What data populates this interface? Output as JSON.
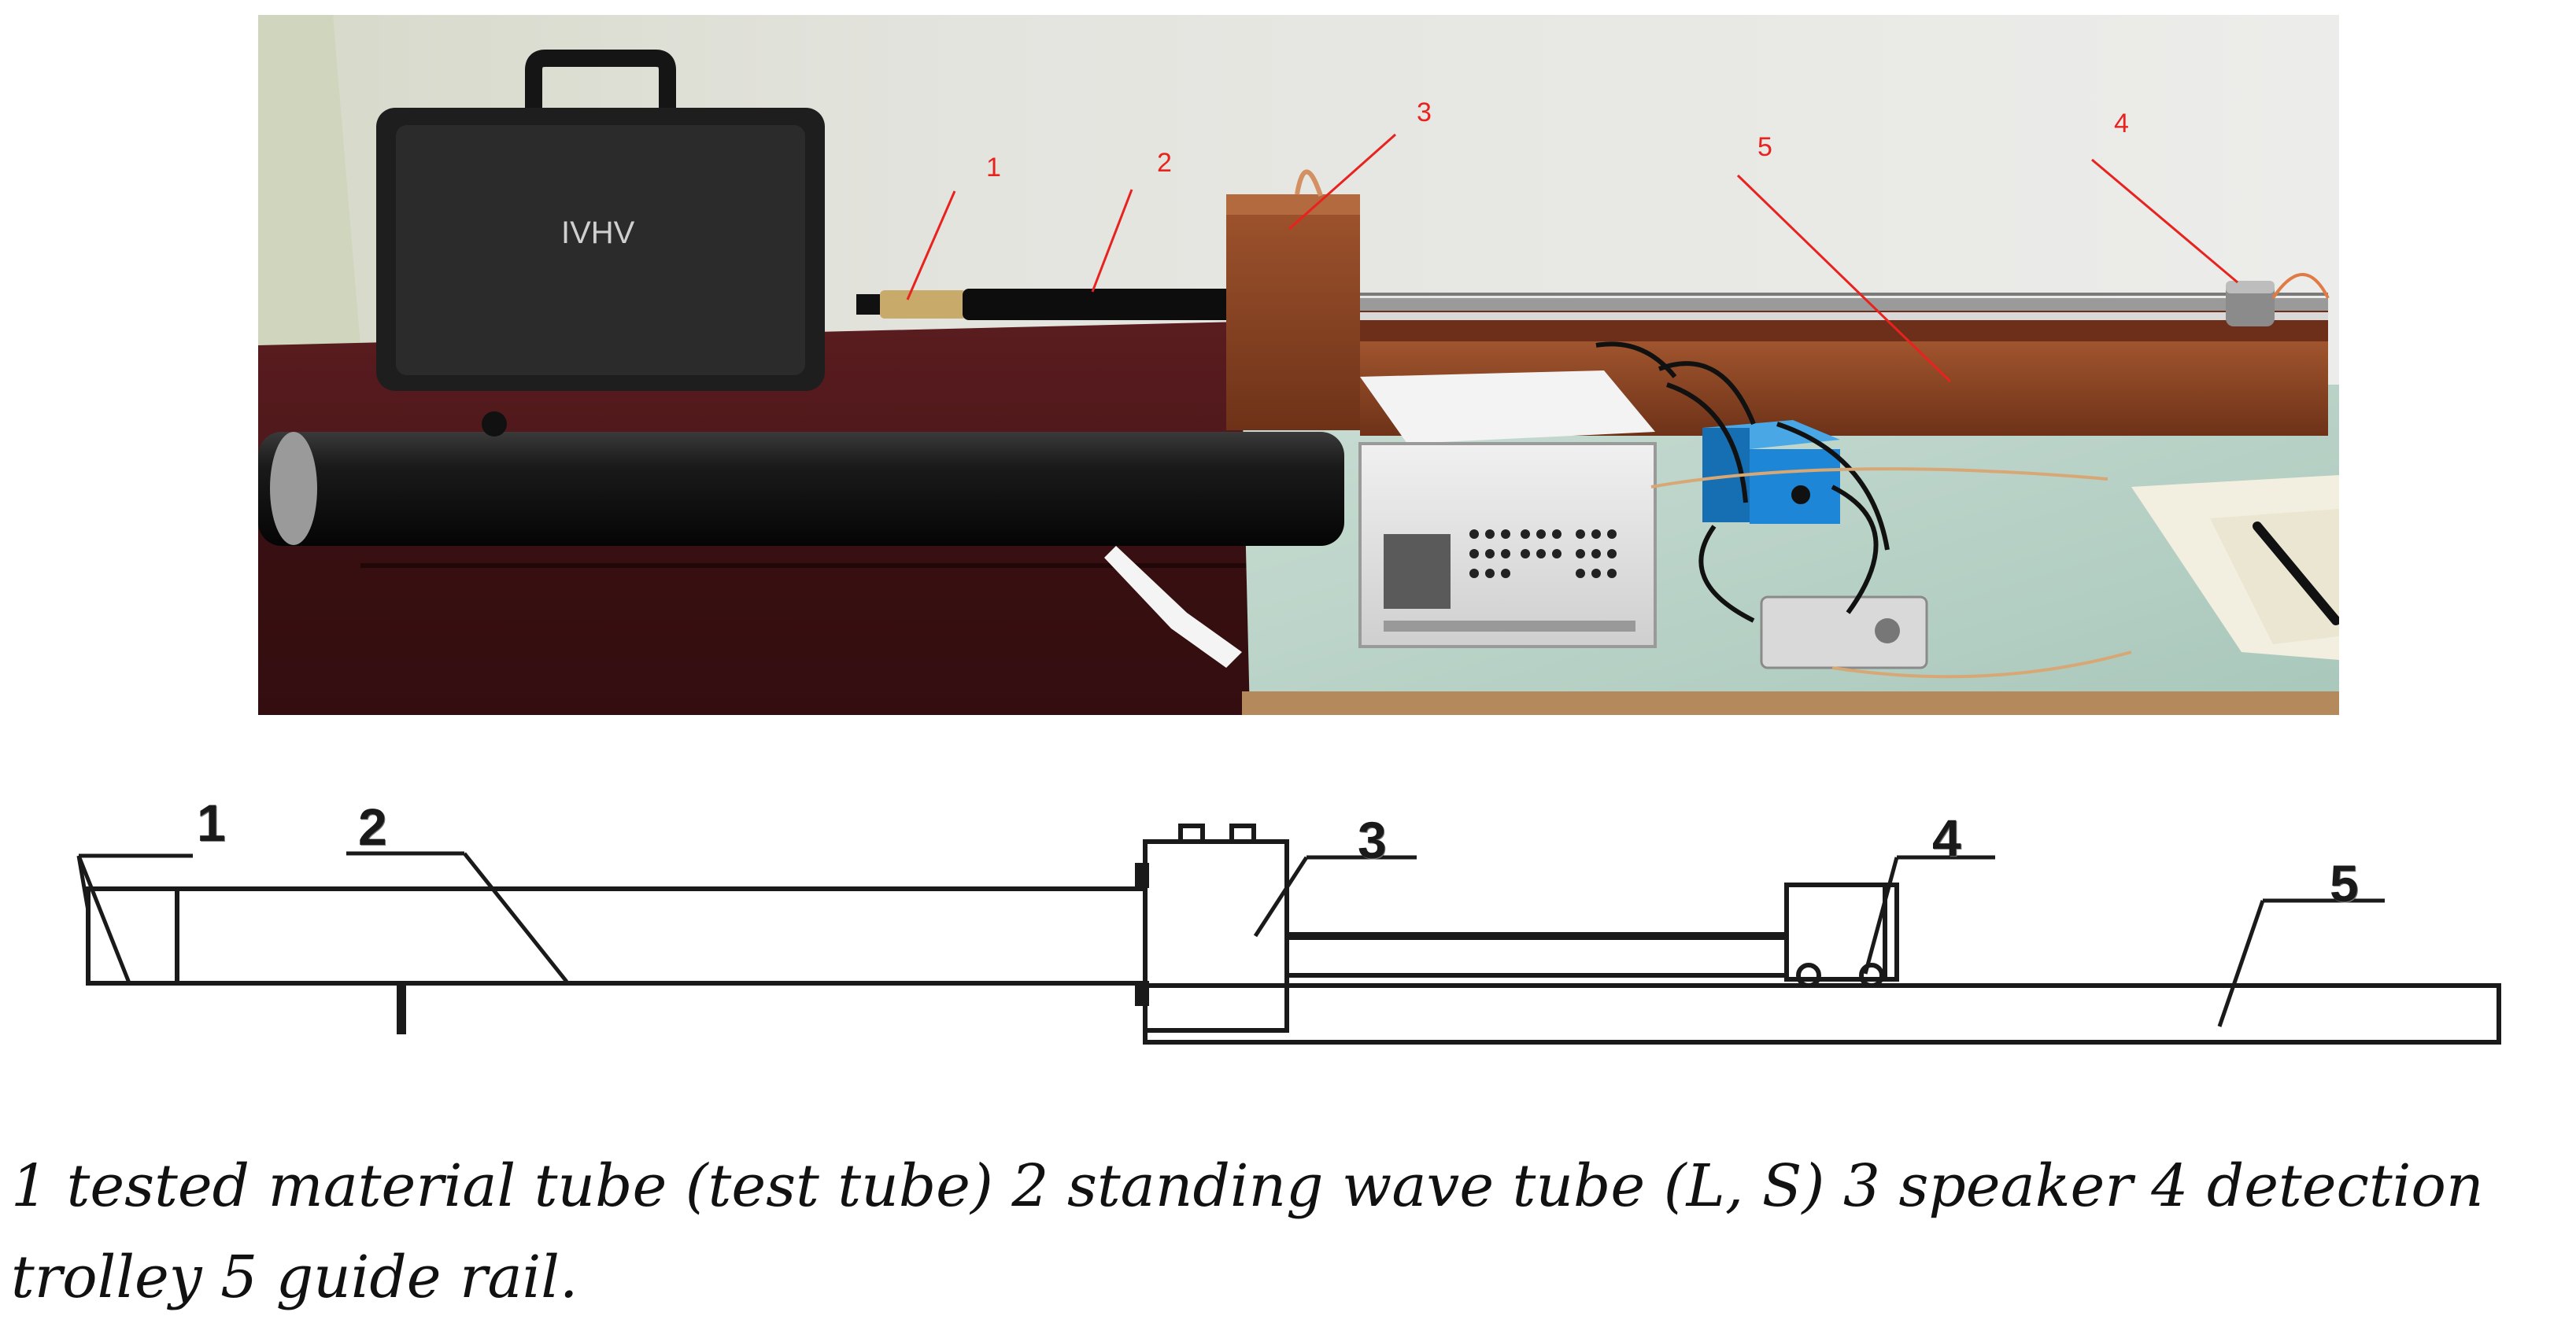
{
  "photo": {
    "labels": [
      {
        "id": "1",
        "text": "1"
      },
      {
        "id": "2",
        "text": "2"
      },
      {
        "id": "3",
        "text": "3"
      },
      {
        "id": "4",
        "text": "4"
      },
      {
        "id": "5",
        "text": "5"
      }
    ],
    "label_color": "#e8231f",
    "case_logo": "IVHV"
  },
  "schematic": {
    "labels": [
      {
        "id": "1",
        "text": "1"
      },
      {
        "id": "2",
        "text": "2"
      },
      {
        "id": "3",
        "text": "3"
      },
      {
        "id": "4",
        "text": "4"
      },
      {
        "id": "5",
        "text": "5"
      }
    ]
  },
  "caption": "1 tested material tube (test tube) 2 standing wave tube (L, S) 3 speaker 4 detection trolley 5 guide rail."
}
